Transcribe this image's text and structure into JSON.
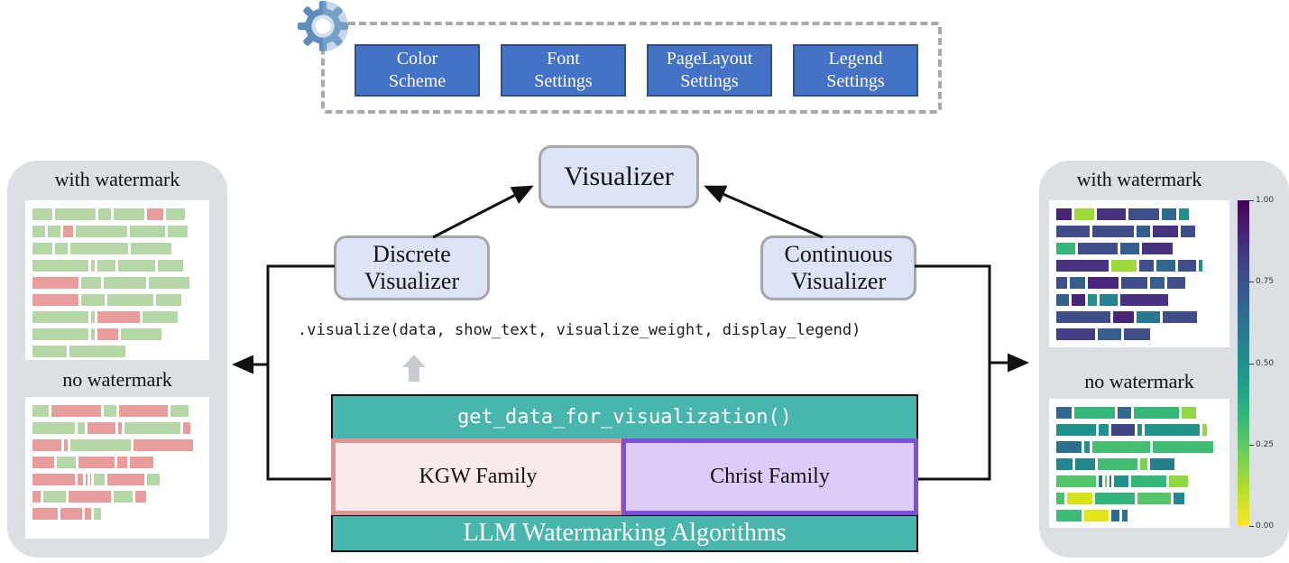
{
  "config_panel": {
    "boxes": [
      {
        "label": "Color\nScheme"
      },
      {
        "label": "Font\nSettings"
      },
      {
        "label": "PageLayout\nSettings"
      },
      {
        "label": "Legend\nSettings"
      }
    ]
  },
  "nodes": {
    "visualizer": "Visualizer",
    "discrete_visualizer": "Discrete\nVisualizer",
    "continuous_visualizer": "Continuous\nVisualizer"
  },
  "code": {
    "visualize_call": ".visualize(data, show_text, visualize_weight, display_legend)",
    "get_data_call": "get_data_for_visualization()"
  },
  "algorithms": {
    "kgw_family": "KGW Family",
    "christ_family": "Christ Family",
    "bottom_label": "LLM Watermarking Algorithms"
  },
  "colors": {
    "teal_box": "#48b6ad",
    "config_blue": "#4472c4",
    "node_fill": "#dce4f6",
    "kgw_border": "#e09494",
    "christ_border": "#7e4fd8",
    "panel_gray": "#dcdfe3",
    "green_token": "#b5d7a8",
    "red_token": "#e89c9c"
  },
  "left_panel": {
    "with_watermark_label": "with watermark",
    "no_watermark_label": "no watermark",
    "legend": {
      "g": "#b5d7a8",
      "r": "#e89c9c"
    },
    "with_rows": [
      [
        [
          11.5,
          "g"
        ],
        [
          24,
          "g"
        ],
        [
          7.5,
          "g"
        ],
        [
          18,
          "g"
        ],
        [
          9.5,
          "r"
        ],
        [
          11.5,
          "g"
        ]
      ],
      [
        [
          7.5,
          "g"
        ],
        [
          7.5,
          "g"
        ],
        [
          6,
          "r"
        ],
        [
          30,
          "g"
        ],
        [
          21,
          "g"
        ],
        [
          11.5,
          "g"
        ]
      ],
      [
        [
          11.5,
          "g"
        ],
        [
          7.5,
          "g"
        ],
        [
          34,
          "g"
        ],
        [
          24,
          "g"
        ]
      ],
      [
        [
          33,
          "g"
        ],
        [
          2,
          "g"
        ],
        [
          10.5,
          "g"
        ],
        [
          22,
          "g"
        ],
        [
          15,
          "g"
        ]
      ],
      [
        [
          27,
          "r"
        ],
        [
          12,
          "g"
        ],
        [
          25,
          "g"
        ],
        [
          24,
          "g"
        ]
      ],
      [
        [
          27,
          "r"
        ],
        [
          14,
          "g"
        ],
        [
          27,
          "g"
        ],
        [
          15,
          "g"
        ]
      ],
      [
        [
          33,
          "g"
        ],
        [
          2,
          "g"
        ],
        [
          25,
          "r"
        ],
        [
          21,
          "g"
        ]
      ],
      [
        [
          33,
          "g"
        ],
        [
          2,
          "g"
        ],
        [
          12.5,
          "r"
        ],
        [
          24,
          "g"
        ]
      ],
      [
        [
          20,
          "g"
        ],
        [
          33,
          "g"
        ]
      ]
    ],
    "no_rows": [
      [
        [
          9.5,
          "g"
        ],
        [
          29.5,
          "r"
        ],
        [
          7.5,
          "g"
        ],
        [
          28.5,
          "r"
        ],
        [
          10.5,
          "g"
        ]
      ],
      [
        [
          25,
          "g"
        ],
        [
          4,
          "g"
        ],
        [
          17,
          "r"
        ],
        [
          2,
          "r"
        ],
        [
          33,
          "g"
        ],
        [
          4,
          "r"
        ]
      ],
      [
        [
          17,
          "r"
        ],
        [
          2,
          "r"
        ],
        [
          36,
          "g"
        ],
        [
          35,
          "r"
        ]
      ],
      [
        [
          12.5,
          "r"
        ],
        [
          11.5,
          "g"
        ],
        [
          21,
          "r"
        ],
        [
          6,
          "r"
        ],
        [
          14,
          "r"
        ]
      ],
      [
        [
          25,
          "r"
        ],
        [
          3,
          "r"
        ],
        [
          1,
          "r"
        ],
        [
          1,
          "r"
        ],
        [
          6,
          "g"
        ],
        [
          22,
          "r"
        ],
        [
          7.5,
          "g"
        ]
      ],
      [
        [
          5,
          "r"
        ],
        [
          13,
          "g"
        ],
        [
          25,
          "r"
        ],
        [
          11.5,
          "g"
        ],
        [
          6,
          "r"
        ]
      ],
      [
        [
          15,
          "r"
        ],
        [
          12.5,
          "r"
        ],
        [
          4,
          "r"
        ],
        [
          4,
          "g"
        ]
      ]
    ]
  },
  "right_panel": {
    "with_watermark_label": "with watermark",
    "no_watermark_label": "no watermark",
    "with_rows": [
      [
        [
          9.5,
          "#482576"
        ],
        [
          11.5,
          "#a0da39"
        ],
        [
          17.5,
          "#46327e"
        ],
        [
          18.5,
          "#3f4d8a"
        ],
        [
          9,
          "#31688e"
        ],
        [
          5.5,
          "#21918c"
        ]
      ],
      [
        [
          20,
          "#3f4d8a"
        ],
        [
          25,
          "#3f4d8a"
        ],
        [
          8.5,
          "#355e8d"
        ],
        [
          15,
          "#46327e"
        ],
        [
          8.5,
          "#3f4d8a"
        ]
      ],
      [
        [
          11.5,
          "#35b779"
        ],
        [
          24,
          "#3f4d8a"
        ],
        [
          11,
          "#355e8d"
        ],
        [
          18.5,
          "#46327e"
        ]
      ],
      [
        [
          31.5,
          "#46327e"
        ],
        [
          15,
          "#a0da39"
        ],
        [
          9,
          "#3f4d8a"
        ],
        [
          11.5,
          "#31688e"
        ],
        [
          11,
          "#3f4d8a"
        ],
        [
          2,
          "#21918c"
        ]
      ],
      [
        [
          6.5,
          "#3f4d8a"
        ],
        [
          9,
          "#355e8d"
        ],
        [
          18.5,
          "#46277d"
        ],
        [
          16,
          "#3f4d8a"
        ],
        [
          8.5,
          "#355e8d"
        ],
        [
          11,
          "#3f4d8a"
        ]
      ],
      [
        [
          7.5,
          "#355e8d"
        ],
        [
          8.5,
          "#482576"
        ],
        [
          5,
          "#21918c"
        ],
        [
          11,
          "#26828e"
        ],
        [
          29,
          "#46327e"
        ]
      ],
      [
        [
          32.5,
          "#3f4d8a"
        ],
        [
          12.5,
          "#482576"
        ],
        [
          14,
          "#2a788e"
        ],
        [
          21,
          "#3f4d8a"
        ]
      ],
      [
        [
          23.5,
          "#433e85"
        ],
        [
          14,
          "#355e8d"
        ],
        [
          16,
          "#3f4d8a"
        ]
      ]
    ],
    "no_rows": [
      [
        [
          9.5,
          "#31688e"
        ],
        [
          24,
          "#35b779"
        ],
        [
          8.5,
          "#31688e"
        ],
        [
          27,
          "#35b779"
        ],
        [
          8.5,
          "#90d743"
        ]
      ],
      [
        [
          24,
          "#21918c"
        ],
        [
          6,
          "#21918c"
        ],
        [
          14,
          "#414487"
        ],
        [
          2.7,
          "#21918c"
        ],
        [
          33,
          "#1f958b"
        ],
        [
          2.7,
          "#90d743"
        ]
      ],
      [
        [
          15,
          "#2d708e"
        ],
        [
          3.5,
          "#21918c"
        ],
        [
          35,
          "#44bf70"
        ],
        [
          36,
          "#3dbc74"
        ]
      ],
      [
        [
          10,
          "#25858e"
        ],
        [
          11.5,
          "#23888e"
        ],
        [
          24,
          "#40bd72"
        ],
        [
          4.5,
          "#7ad151"
        ],
        [
          14.5,
          "#277f8e"
        ]
      ],
      [
        [
          24,
          "#52c569"
        ],
        [
          2.2,
          "#2a788e"
        ],
        [
          0.8,
          "#6ece58"
        ],
        [
          1.2,
          "#2a788e"
        ],
        [
          9,
          "#21918c"
        ],
        [
          21,
          "#35b779"
        ],
        [
          11.5,
          "#90d743"
        ]
      ],
      [
        [
          5,
          "#48c16e"
        ],
        [
          15,
          "#d8e219"
        ],
        [
          24,
          "#31b57b"
        ],
        [
          20,
          "#54c568"
        ],
        [
          6.5,
          "#24868e"
        ]
      ],
      [
        [
          15,
          "#3bbb75"
        ],
        [
          15,
          "#e2e418"
        ],
        [
          5,
          "#31688e"
        ],
        [
          3.3,
          "#2d708e"
        ]
      ]
    ],
    "colorbar": {
      "ticks": [
        "1.00",
        "0.75",
        "0.50",
        "0.25",
        "0.00"
      ],
      "colors": [
        "#440154",
        "#482878",
        "#3e4989",
        "#31688e",
        "#26828e",
        "#1f9e89",
        "#35b779",
        "#6ece58",
        "#b5de2b",
        "#fde725"
      ]
    }
  }
}
